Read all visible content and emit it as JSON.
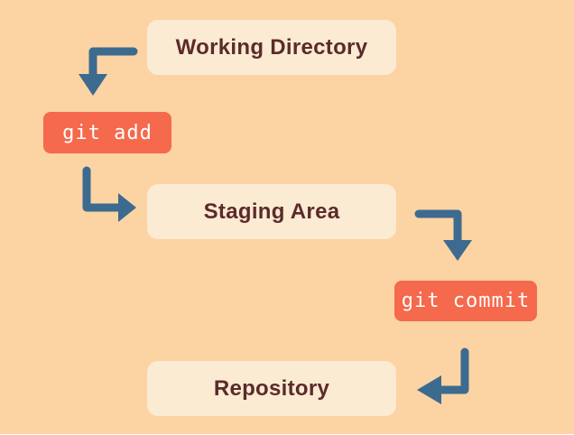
{
  "diagram": {
    "type": "flowchart",
    "topic": "Git workflow: working directory to repository",
    "nodes": [
      {
        "id": "working-directory",
        "label": "Working Directory",
        "kind": "stage"
      },
      {
        "id": "git-add",
        "label": "git add",
        "kind": "command"
      },
      {
        "id": "staging-area",
        "label": "Staging Area",
        "kind": "stage"
      },
      {
        "id": "git-commit",
        "label": "git commit",
        "kind": "command"
      },
      {
        "id": "repository",
        "label": "Repository",
        "kind": "stage"
      }
    ],
    "edges": [
      {
        "from": "working-directory",
        "to": "git-add",
        "direction": "left-then-down"
      },
      {
        "from": "git-add",
        "to": "staging-area",
        "direction": "down-then-right"
      },
      {
        "from": "staging-area",
        "to": "git-commit",
        "direction": "right-then-down"
      },
      {
        "from": "git-commit",
        "to": "repository",
        "direction": "down-then-left"
      }
    ]
  },
  "colors": {
    "background": "#FCD3A3",
    "stage_box_background": "#FAEBD2",
    "stage_box_text": "#5C2A2C",
    "command_badge_background": "#F5694C",
    "command_badge_text": "#FFFFFF",
    "arrow": "#3C6B8F"
  }
}
